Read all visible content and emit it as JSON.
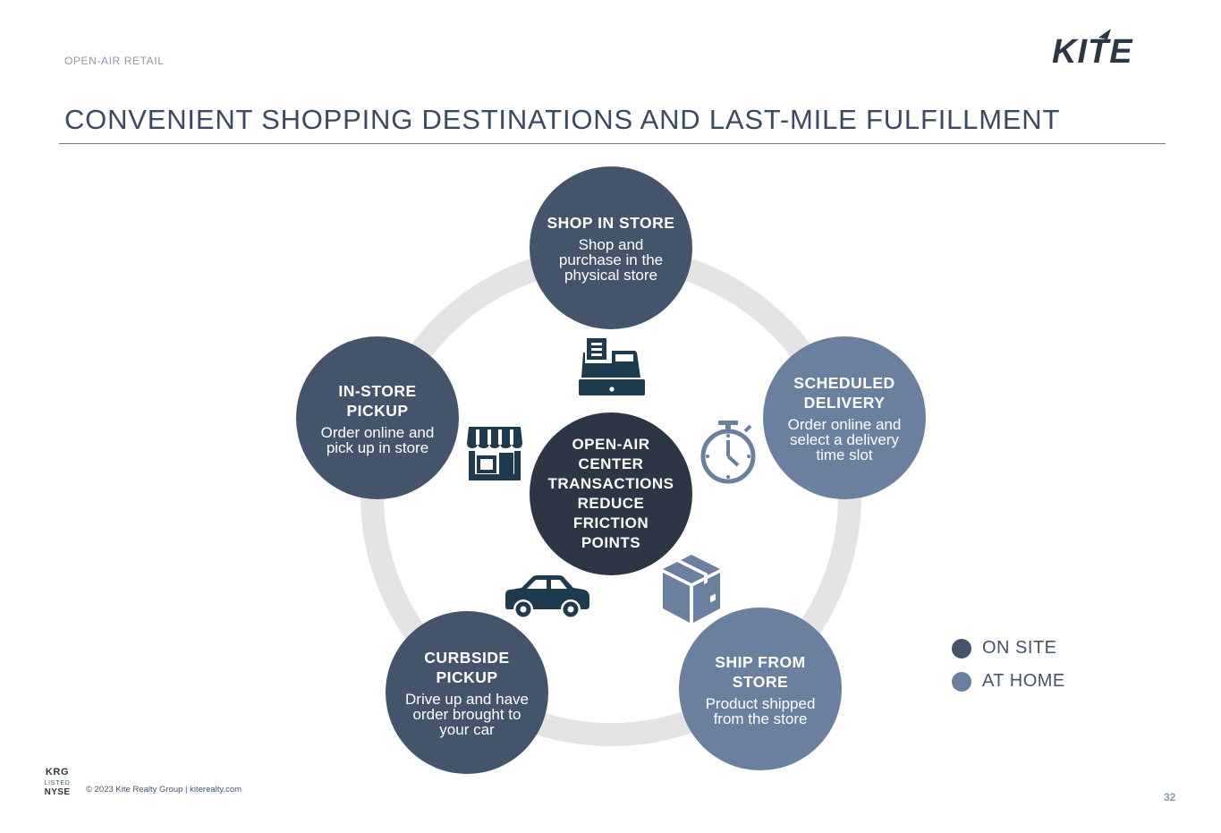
{
  "header": {
    "section_label": "OPEN-AIR RETAIL",
    "logo_text": "KITE",
    "title": "CONVENIENT SHOPPING DESTINATIONS AND LAST-MILE FULFILLMENT"
  },
  "colors": {
    "on_site": "#44546b",
    "at_home": "#6b7f9f",
    "center": "#2c3645",
    "ring": "#e4e4e4",
    "icon_dark": "#1e3a4e",
    "icon_light": "#6b7f9f"
  },
  "diagram": {
    "center": {
      "title": "OPEN-AIR CENTER TRANSACTIONS REDUCE FRICTION POINTS"
    },
    "nodes": [
      {
        "title": "SHOP IN STORE",
        "description": "Shop and purchase in the physical store",
        "category": "ON SITE",
        "icon": "cash-register-icon"
      },
      {
        "title": "SCHEDULED DELIVERY",
        "description": "Order online and select a delivery time slot",
        "category": "AT HOME",
        "icon": "stopwatch-icon"
      },
      {
        "title": "SHIP FROM STORE",
        "description": "Product shipped from the store",
        "category": "AT HOME",
        "icon": "package-box-icon"
      },
      {
        "title": "CURBSIDE PICKUP",
        "description": "Drive up and have order brought to your car",
        "category": "ON SITE",
        "icon": "car-icon"
      },
      {
        "title": "IN-STORE PICKUP",
        "description": "Order online and pick up in store",
        "category": "ON SITE",
        "icon": "storefront-icon"
      }
    ]
  },
  "legend": [
    {
      "label": "ON SITE",
      "color": "#44546b"
    },
    {
      "label": "AT HOME",
      "color": "#6b7f9f"
    }
  ],
  "footer": {
    "badge_top": "KRG",
    "badge_mid": "LISTED",
    "badge_bottom": "NYSE",
    "copyright": "© 2023 Kite Realty Group  |  kiterealty.com",
    "page_number": "32"
  }
}
